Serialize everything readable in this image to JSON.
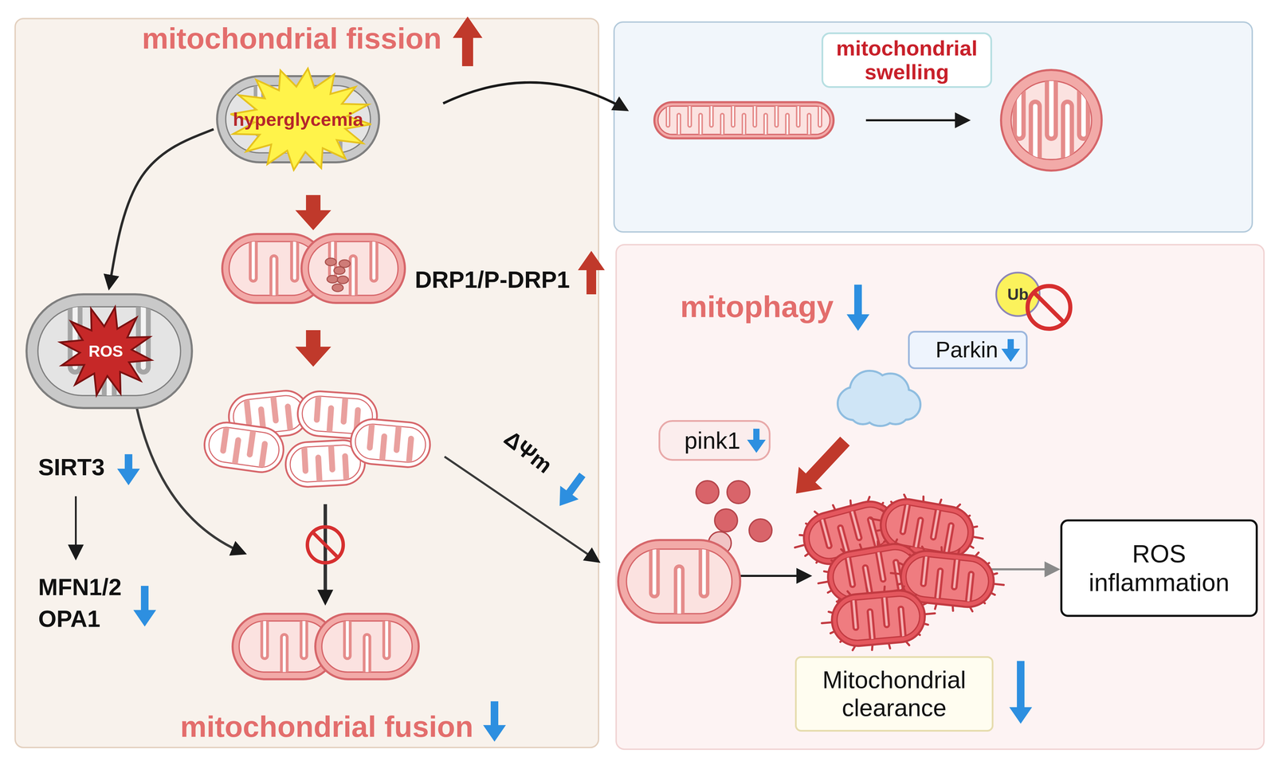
{
  "diagram": {
    "nodes": [
      {
        "text": [
          "mitochondrial fission",
          "mitochondrial fusion"
        ]
      },
      {
        "text": [
          "hyperglycemia"
        ],
        "in": 0
      },
      {
        "text": [
          "ROS"
        ],
        "in": 0
      },
      {
        "text": [
          "mitochondrial swelling"
        ]
      },
      {
        "text": [
          "mitophagy"
        ]
      },
      {
        "text": [
          "Ub"
        ],
        "in": 4
      },
      {
        "text": [
          "Parkin"
        ],
        "in": 4
      },
      {
        "text": [
          "pink1"
        ],
        "in": 4
      },
      {
        "text": [
          "ROS inflammation"
        ],
        "in": 4
      },
      {
        "text": [
          "Mitochondrial clearance"
        ],
        "in": 4
      }
    ],
    "edges": [
      {
        "from": 1,
        "to": 2,
        "arrow": "to"
      }
    ],
    "labels": [
      "DRP1/P-DRP1",
      "SIRT3",
      "MFN1/2 OPA1",
      "ΔΨm"
    ]
  }
}
